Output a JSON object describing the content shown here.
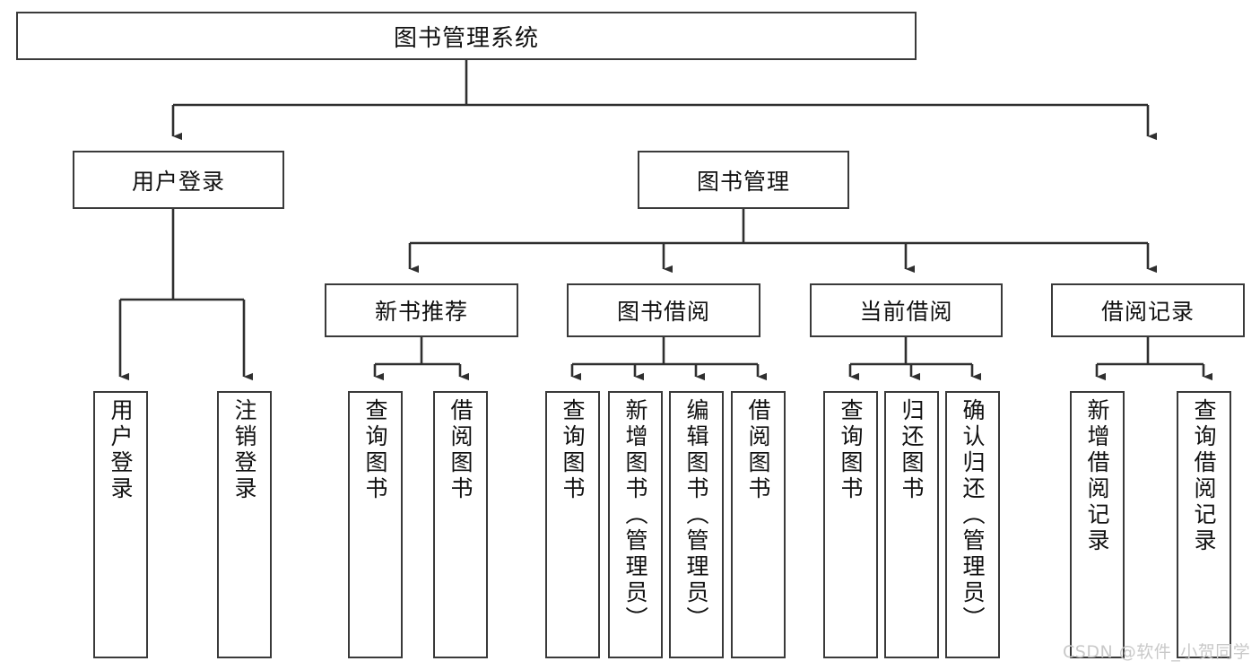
{
  "diagram": {
    "type": "tree-hierarchy-chart",
    "title": "图书管理系统",
    "orientation": "top-down",
    "colors": {
      "box_border": "#3a3a3a",
      "box_fill": "#ffffff",
      "connector": "#2f2f2f",
      "text": "#111111",
      "watermark": "#c9c9c9"
    },
    "root": {
      "label": "图书管理系统"
    },
    "level2": [
      {
        "label": "用户登录"
      },
      {
        "label": "图书管理"
      }
    ],
    "level3": [
      {
        "label": "新书推荐"
      },
      {
        "label": "图书借阅"
      },
      {
        "label": "当前借阅"
      },
      {
        "label": "借阅记录"
      }
    ],
    "leaves": {
      "user_login": [
        {
          "label": "用户登录"
        },
        {
          "label": "注销登录"
        }
      ],
      "new_book_recommend": [
        {
          "label": "查询图书"
        },
        {
          "label": "借阅图书"
        }
      ],
      "book_borrow": [
        {
          "label": "查询图书"
        },
        {
          "label": "新增图书（管理员）"
        },
        {
          "label": "编辑图书（管理员）"
        },
        {
          "label": "借阅图书"
        }
      ],
      "current_borrow": [
        {
          "label": "查询图书"
        },
        {
          "label": "归还图书"
        },
        {
          "label": "确认归还（管理员）"
        }
      ],
      "borrow_record": [
        {
          "label": "新增借阅记录"
        },
        {
          "label": "查询借阅记录"
        }
      ]
    },
    "watermark": "CSDN @软件_小贺同学"
  }
}
